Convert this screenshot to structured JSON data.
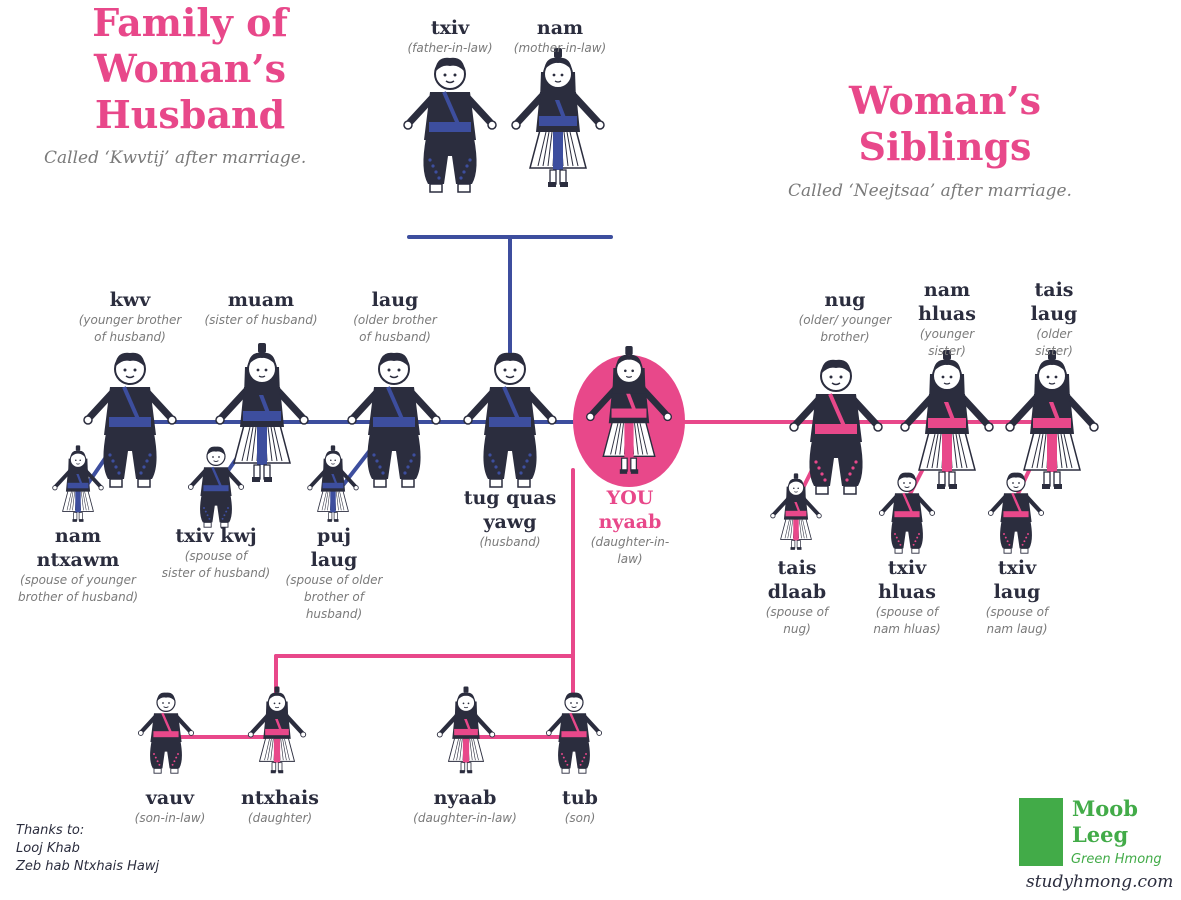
{
  "colors": {
    "husband_family": "#3d4e9e",
    "woman_family": "#e8488a",
    "ink": "#2b2d3e",
    "grey": "#7a7a7a",
    "green": "#42ab48"
  },
  "header": {
    "husband_family_title": [
      "Family of",
      "Woman’s",
      "Husband"
    ],
    "husband_family_subtitle": "Called ‘Kwvtij’ after marriage.",
    "siblings_title": [
      "Woman’s",
      "Siblings"
    ],
    "siblings_subtitle": "Called ‘Neejtsaa’ after marriage."
  },
  "people": [
    {
      "id": "txiv",
      "term": [
        "txiv"
      ],
      "gloss": [
        "(father-in-law)"
      ]
    },
    {
      "id": "nam",
      "term": [
        "nam"
      ],
      "gloss": [
        "(mother-in-law)"
      ]
    },
    {
      "id": "kwv",
      "term": [
        "kwv"
      ],
      "gloss": [
        "(younger brother",
        "of husband)"
      ]
    },
    {
      "id": "muam",
      "term": [
        "muam"
      ],
      "gloss": [
        "(sister of husband)"
      ]
    },
    {
      "id": "laug",
      "term": [
        "laug"
      ],
      "gloss": [
        "(older brother",
        "of husband)"
      ]
    },
    {
      "id": "nam_ntxawm",
      "term": [
        "nam",
        "ntxawm"
      ],
      "gloss": [
        "(spouse of younger",
        "brother of husband)"
      ]
    },
    {
      "id": "txiv_kwj",
      "term": [
        "txiv kwj"
      ],
      "gloss": [
        "(spouse of",
        "sister of husband)"
      ]
    },
    {
      "id": "puj_laug",
      "term": [
        "puj",
        "laug"
      ],
      "gloss": [
        "(spouse of older",
        "brother of",
        "husband)"
      ]
    },
    {
      "id": "tug_quas_yawg",
      "term": [
        "tug quas",
        "yawg"
      ],
      "gloss": [
        "(husband)"
      ]
    },
    {
      "id": "you",
      "term": [
        "YOU",
        "nyaab"
      ],
      "gloss": [
        "(daughter-in-",
        "law)"
      ]
    },
    {
      "id": "nug",
      "term": [
        "nug"
      ],
      "gloss": [
        "(older/ younger",
        "brother)"
      ]
    },
    {
      "id": "nam_hluas",
      "term": [
        "nam",
        "hluas"
      ],
      "gloss": [
        "(younger",
        "sister)"
      ]
    },
    {
      "id": "tais_laug",
      "term": [
        "tais",
        "laug"
      ],
      "gloss": [
        "(older",
        "sister)"
      ]
    },
    {
      "id": "tais_dlaab",
      "term": [
        "tais",
        "dlaab"
      ],
      "gloss": [
        "(spouse of",
        "nug)"
      ]
    },
    {
      "id": "txiv_hluas",
      "term": [
        "txiv",
        "hluas"
      ],
      "gloss": [
        "(spouse of",
        "nam hluas)"
      ]
    },
    {
      "id": "txiv_laug",
      "term": [
        "txiv",
        "laug"
      ],
      "gloss": [
        "(spouse of",
        "nam laug)"
      ]
    },
    {
      "id": "vauv",
      "term": [
        "vauv"
      ],
      "gloss": [
        "(son-in-law)"
      ]
    },
    {
      "id": "ntxhais",
      "term": [
        "ntxhais"
      ],
      "gloss": [
        "(daughter)"
      ]
    },
    {
      "id": "nyaab",
      "term": [
        "nyaab"
      ],
      "gloss": [
        "(daughter-in-law)"
      ]
    },
    {
      "id": "tub",
      "term": [
        "tub"
      ],
      "gloss": [
        "(son)"
      ]
    }
  ],
  "footer": {
    "thanks": [
      "Thanks to:",
      "Looj Khab",
      "Zeb hab Ntxhais Hawj"
    ],
    "logo_line1": "Moob",
    "logo_line2": "Leeg",
    "logo_tagline": "Green Hmong",
    "site": "studyhmong.com"
  }
}
